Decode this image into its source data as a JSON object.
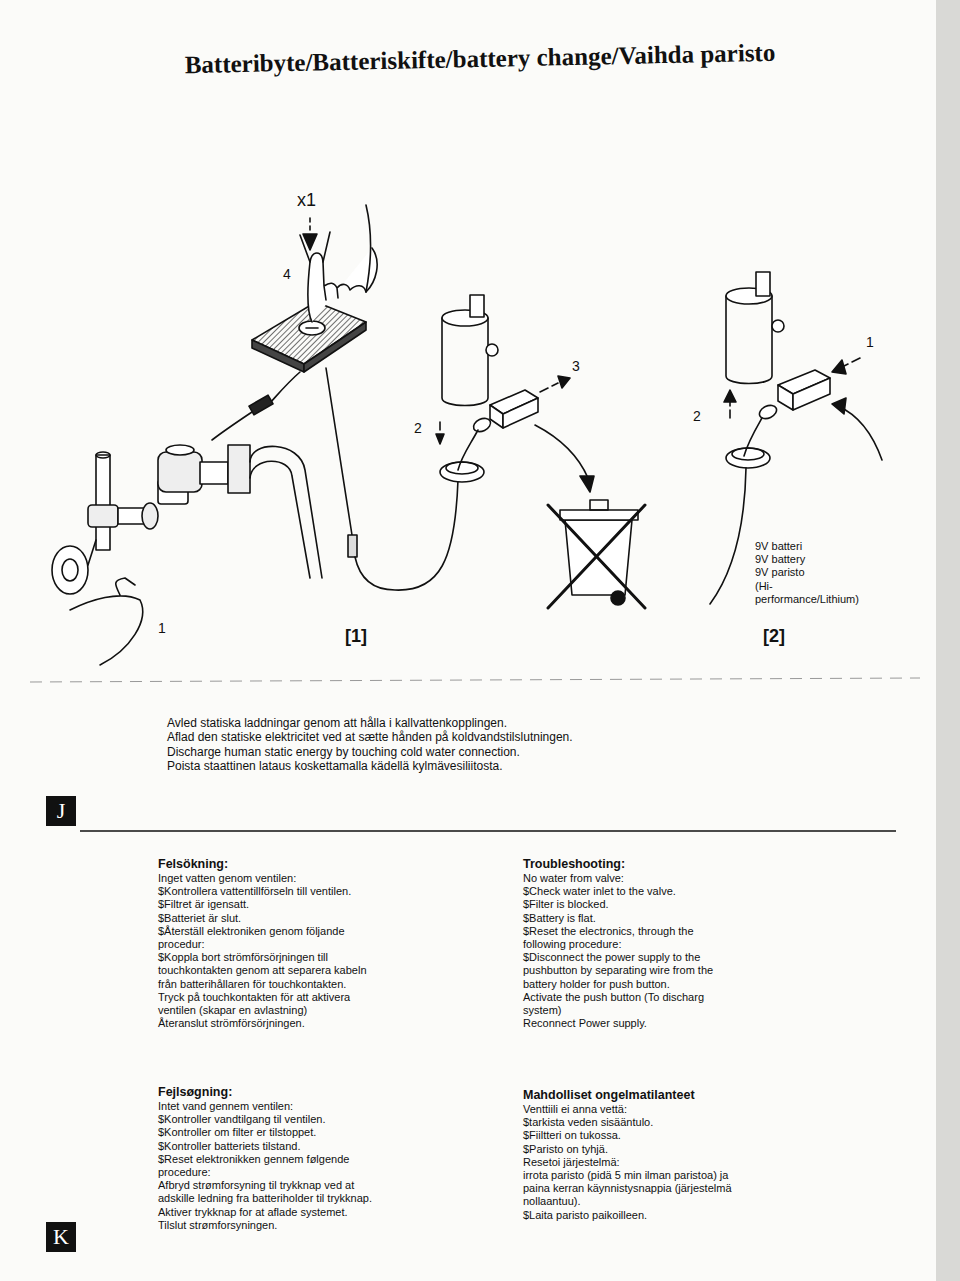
{
  "diagram": {
    "title": "Batteribyte/Batteriskifte/battery change/Vaihda paristo",
    "nodes": [
      {
        "text": [
          "J"
        ]
      },
      {
        "text": [
          "K"
        ]
      }
    ],
    "labels": [
      "x1",
      "4",
      "1",
      "2",
      "3",
      "[1]",
      "1",
      "2",
      "[2]",
      "9V batteri",
      "9V battery",
      "9V paristo",
      "(Hi-performance/Lithium)",
      "Avled statiska laddningar genom att hålla i kallvattenkopplingen.",
      "Aflad den statiske elektricitet ved at sætte hånden på koldvandstilslutningen.",
      "Discharge human static energy by touching cold water connection.",
      "Poista staattinen lataus koskettamalla kädellä kylmävesiliitosta.",
      "Felsökning:",
      "Inget vatten genom ventilen:",
      "$Kontrollera vattentillförseln till ventilen.",
      "$Filtret är igensatt.",
      "$Batteriet är slut.",
      "$Återställ elektroniken genom följande procedur:",
      "$Koppla bort strömförsörjningen till touchkontakten genom att separera kabeln från batterihållaren för touchkontakten.",
      "Tryck på touchkontakten för att aktivera ventilen (skapar en avlastning)",
      "Återanslut strömförsörjningen.",
      "Troubleshooting:",
      "No water from valve:",
      "$Check water inlet to the valve.",
      "$Filter is blocked.",
      "$Battery is flat.",
      "$Reset the electronics, through the following procedure:",
      "$Disconnect the power supply to the pushbutton by separating wire from the battery holder for push button.",
      "Activate the push button (To discharg system)",
      "Reconnect Power supply.",
      "Fejlsøgning:",
      "Intet vand gennem ventilen:",
      "$Kontroller vandtilgang til ventilen.",
      "$Kontroller om filter er tilstoppet.",
      "$Kontroller batteriets tilstand.",
      "$Reset elektronikken gennem følgende procedure:",
      "Afbryd strømforsyning til trykknap ved at adskille ledning fra batteriholder til trykknap.",
      "Aktiver trykknap for at aflade systemet.",
      "Tilslut strømforsyningen.",
      "Mahdolliset ongelmatilanteet",
      "Venttiili ei anna vettä:",
      "$tarkista veden sisääntulo.",
      "$Fiiltteri on tukossa.",
      "$Paristo on tyhjä.",
      "Resetoi järjestelmä:",
      "irrota paristo (pidä 5 min ilman paristoa) ja paina kerran käynnistysnappia (järjestelmä nollaantuu).",
      "$Laita paristo paikoilleen."
    ]
  }
}
